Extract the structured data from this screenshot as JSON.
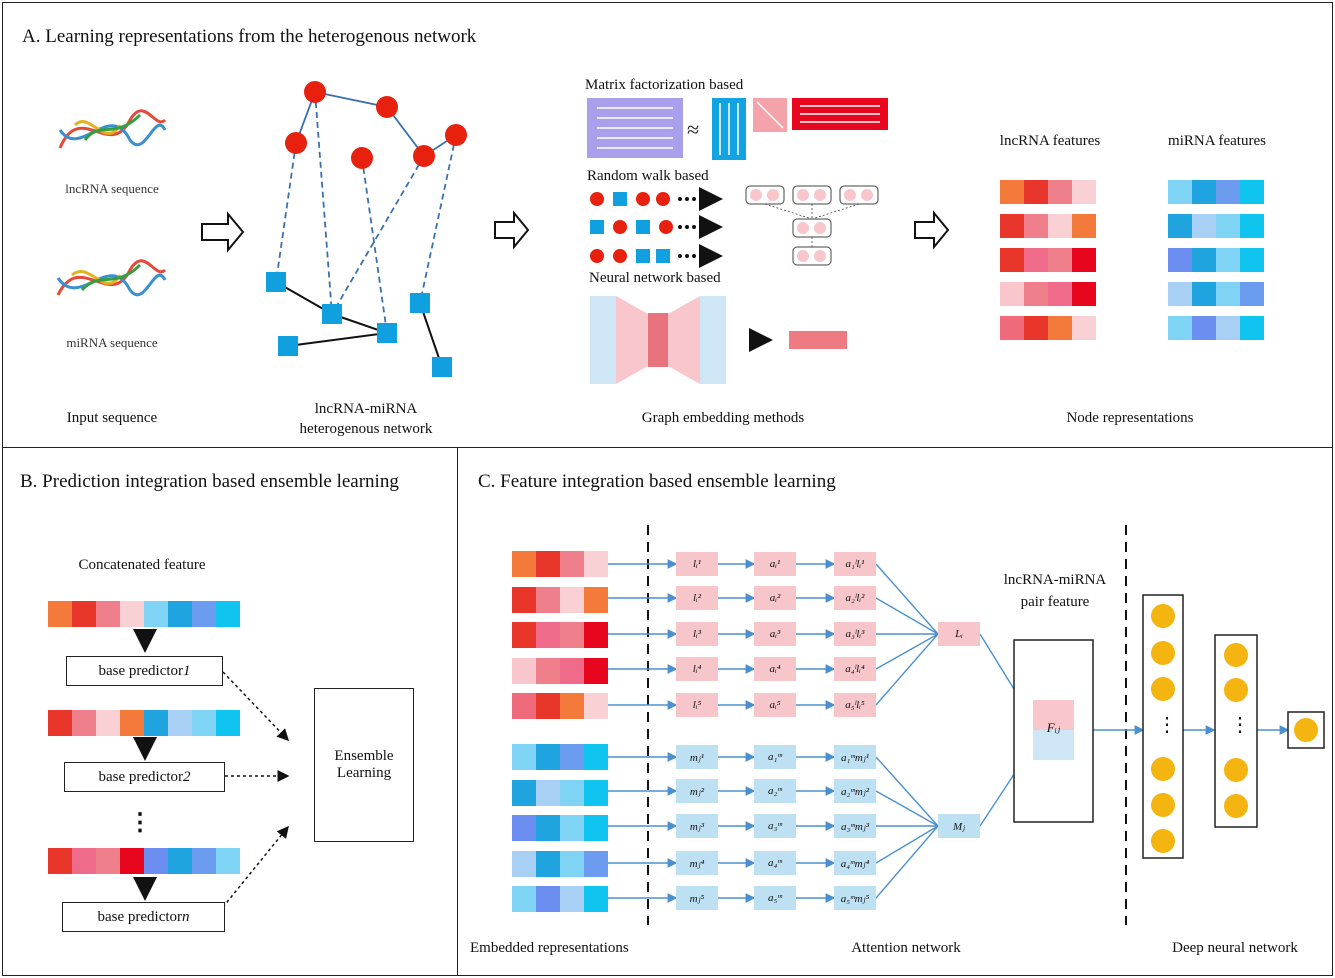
{
  "panelA": {
    "title": "A. Learning representations from the heterogenous network",
    "lncrna_seq": "lncRNA sequence",
    "mirna_seq": "miRNA sequence",
    "input_label": "Input  sequence",
    "network_label_1": "lncRNA-miRNA",
    "network_label_2": "heterogenous network",
    "mf_label": "Matrix factorization based",
    "rw_label": "Random walk based",
    "nn_label": "Neural network based",
    "approx": "≈",
    "graph_label": "Graph embedding methods",
    "lnc_feat": "lncRNA features",
    "mi_feat": "miRNA features",
    "node_label": "Node representations"
  },
  "panelB": {
    "title": "B. Prediction integration based ensemble learning",
    "concat": "Concatenated feature",
    "bp1": "base predictor ",
    "bp1_i": "1",
    "bp2": "base predictor ",
    "bp2_i": "2",
    "bpn": "base predictor ",
    "bpn_i": "n",
    "dots": "⋮",
    "ensemble_1": "Ensemble",
    "ensemble_2": "Learning"
  },
  "panelC": {
    "title": "C. Feature integration based ensemble learning",
    "pair_1": "lncRNA-miRNA",
    "pair_2": "pair feature",
    "L": "Lᵢ",
    "M": "Mⱼ",
    "F": "Fᵢⱼ",
    "embedded": "Embedded representations",
    "attention": "Attention network",
    "dnn": "Deep neural network",
    "l_cells": [
      "lᵢ¹",
      "lᵢ²",
      "lᵢ³",
      "lᵢ⁴",
      "lᵢ⁵"
    ],
    "al_cells": [
      "aᵢ¹",
      "aᵢ²",
      "aᵢ³",
      "aᵢ⁴",
      "aᵢ⁵"
    ],
    "all_cells": [
      "a₁ˡlᵢ¹",
      "a₂ˡlᵢ²",
      "a₃ˡlᵢ³",
      "a₄ˡlᵢ⁴",
      "a₅ˡlᵢ⁵"
    ],
    "m_cells": [
      "mⱼ¹",
      "mⱼ²",
      "mⱼ³",
      "mⱼ⁴",
      "mⱼ⁵"
    ],
    "am_cells": [
      "a₁ᵐ",
      "a₂ᵐ",
      "a₃ᵐ",
      "a₄ᵐ",
      "a₅ᵐ"
    ],
    "amm_cells": [
      "a₁ᵐmⱼ¹",
      "a₂ᵐmⱼ²",
      "a₃ᵐmⱼ³",
      "a₄ᵐmⱼ⁴",
      "a₅ᵐmⱼ⁵"
    ],
    "vdots": "⋮"
  },
  "colors": {
    "lnc_rows": [
      [
        "#f47a3c",
        "#e8372a",
        "#ef7f8a",
        "#f9d0d3"
      ],
      [
        "#e8372a",
        "#ef7f8a",
        "#f9d0d3",
        "#f47a3c"
      ],
      [
        "#e8372a",
        "#f06a8a",
        "#ef7f8a",
        "#e8051e"
      ],
      [
        "#f9c6cb",
        "#ef7f8a",
        "#f06a8a",
        "#e8051e"
      ],
      [
        "#ef6a7a",
        "#e8372a",
        "#f47a3c",
        "#f9d0d3"
      ]
    ],
    "mi_rows": [
      [
        "#7fd3f5",
        "#1fa4e0",
        "#6c9cf0",
        "#10c4f0"
      ],
      [
        "#1fa4e0",
        "#a8d0f5",
        "#7fd3f5",
        "#10c4f0"
      ],
      [
        "#6c8ef0",
        "#1fa4e0",
        "#7fd3f5",
        "#10c4f0"
      ],
      [
        "#a8d0f5",
        "#1fa4e0",
        "#7fd3f5",
        "#6c9cf0"
      ],
      [
        "#7fd3f5",
        "#6c8ef0",
        "#a8d0f5",
        "#10c4f0"
      ]
    ],
    "concat_rows": [
      [
        "#f47a3c",
        "#e8372a",
        "#ef7f8a",
        "#f9d0d3",
        "#7fd3f5",
        "#1fa4e0",
        "#6c9cf0",
        "#10c4f0"
      ],
      [
        "#e8372a",
        "#ef7f8a",
        "#f9d0d3",
        "#f47a3c",
        "#1fa4e0",
        "#a8d0f5",
        "#7fd3f5",
        "#10c4f0"
      ],
      [
        "#e8372a",
        "#f06a8a",
        "#ef7f8a",
        "#e8051e",
        "#6c8ef0",
        "#1fa4e0",
        "#6c9cf0",
        "#7fd3f5"
      ]
    ]
  }
}
